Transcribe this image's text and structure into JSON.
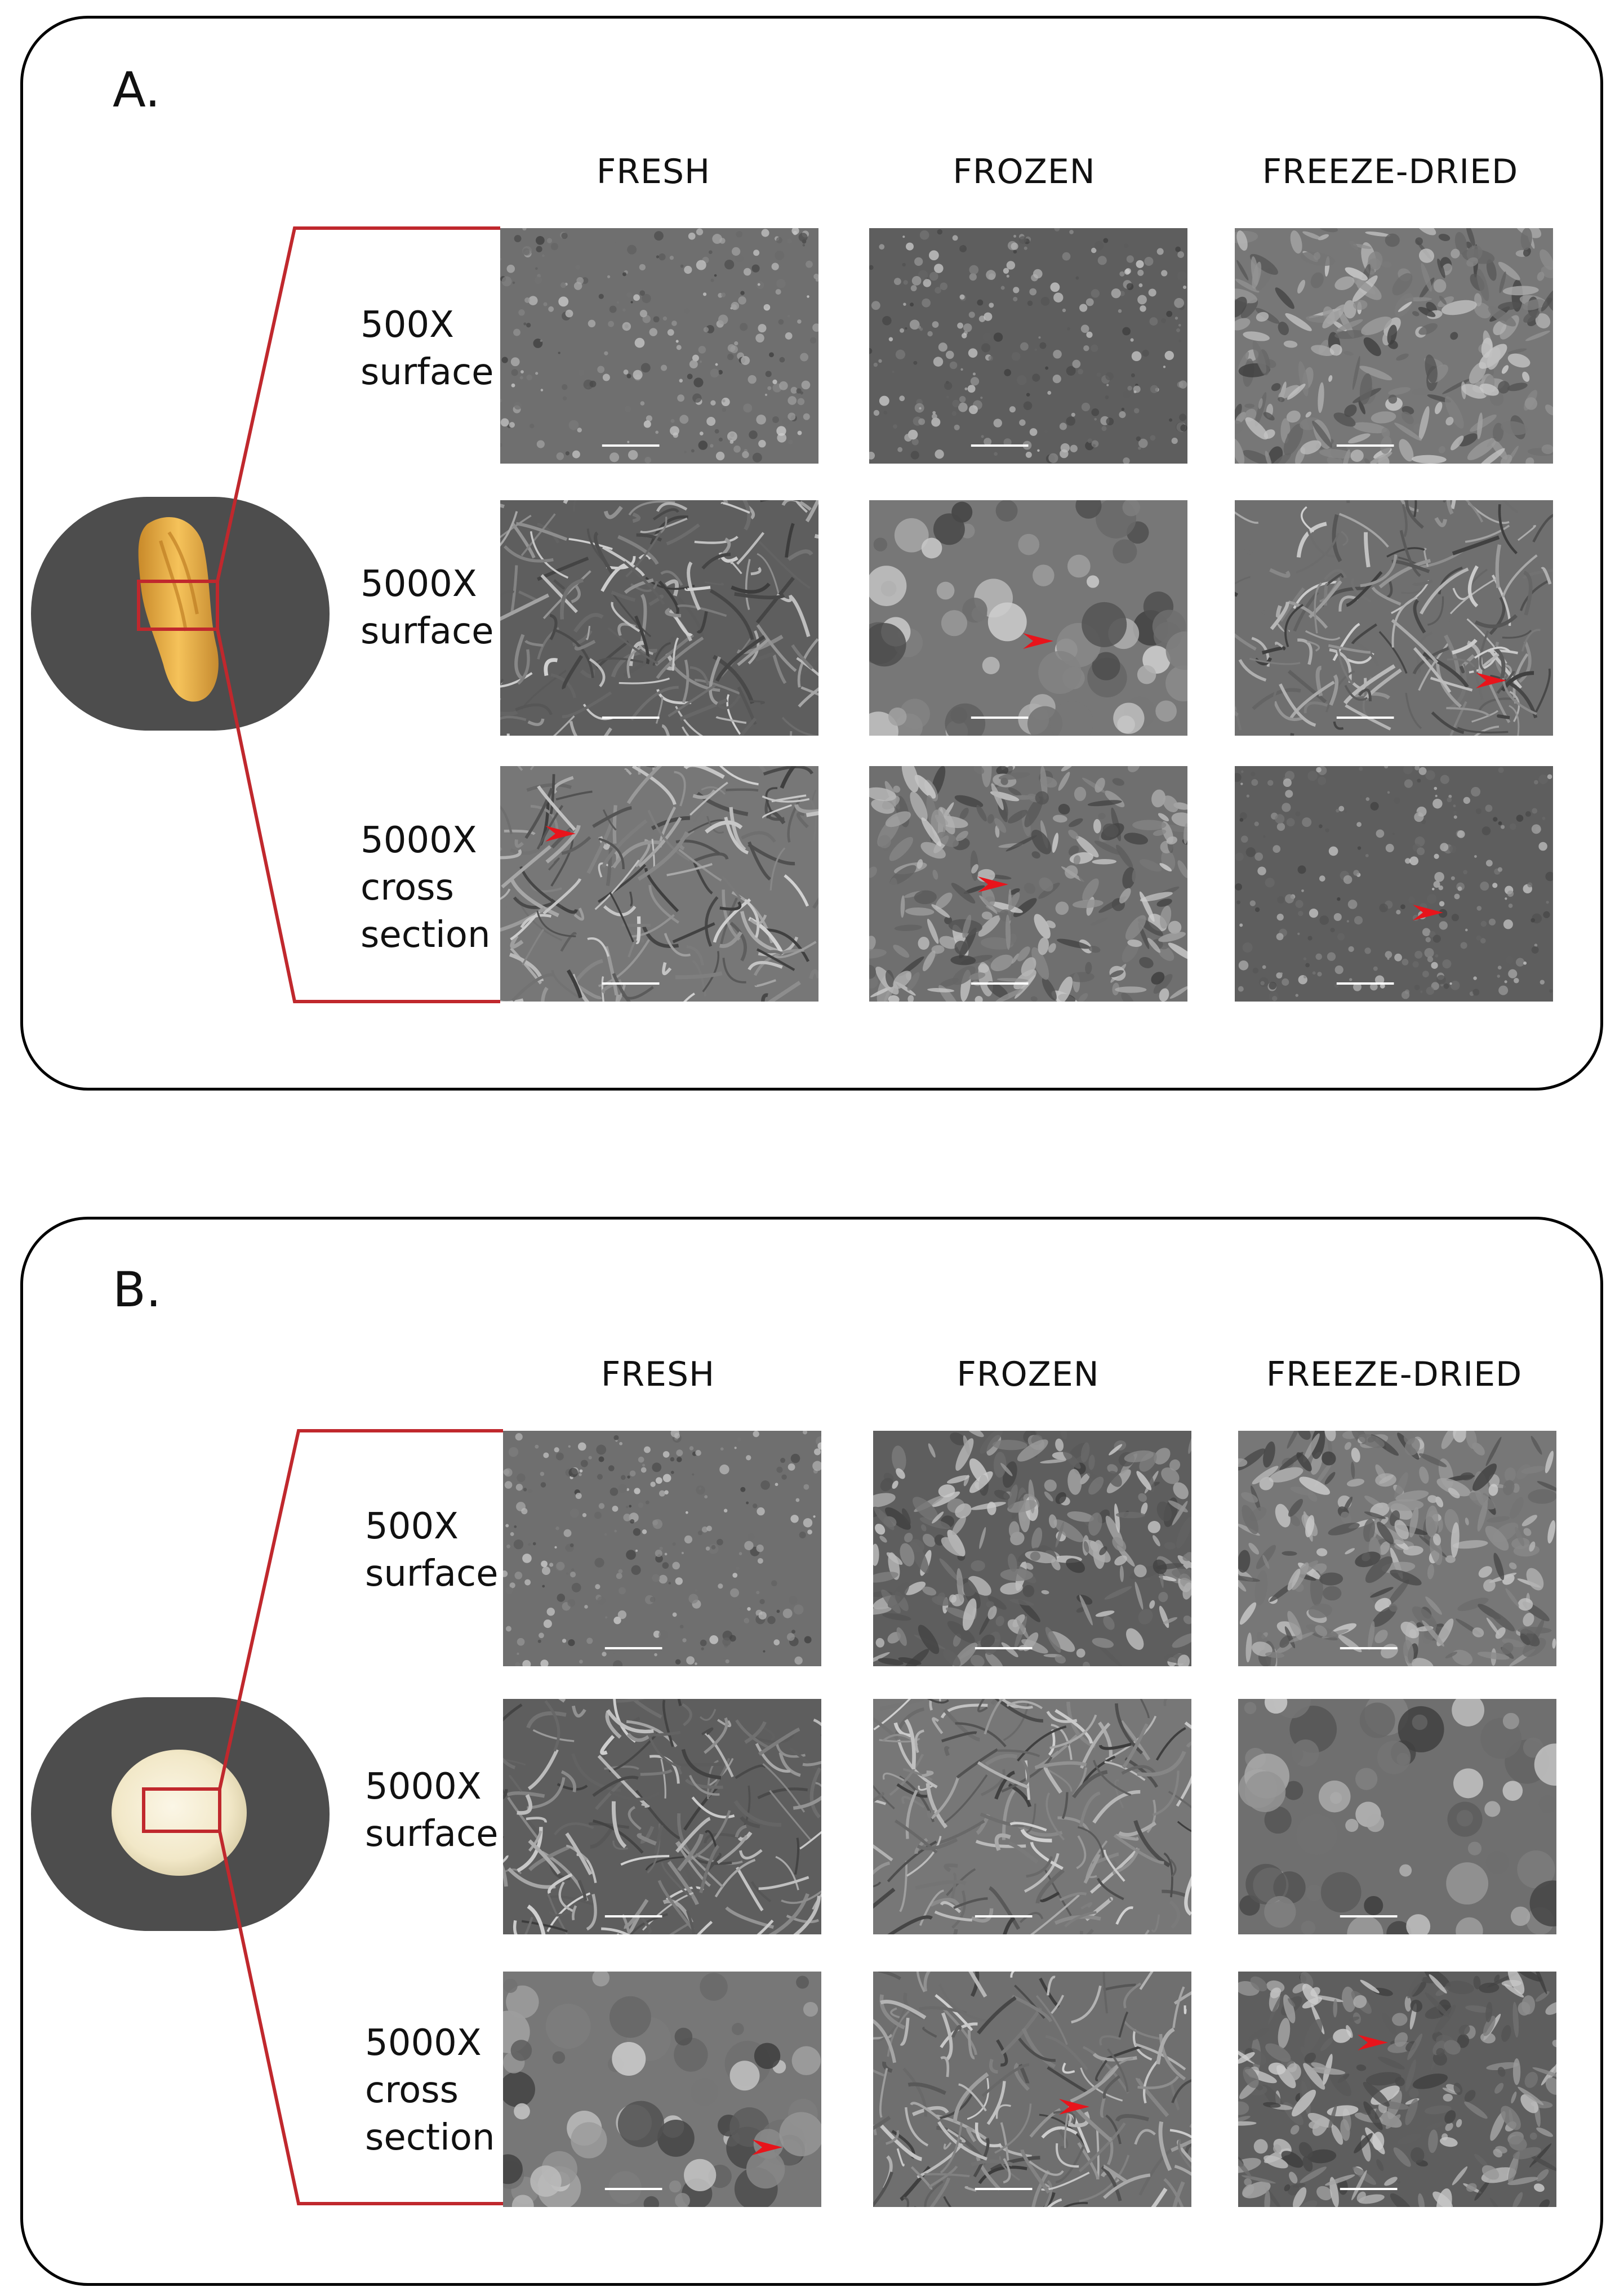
{
  "panels": [
    {
      "label": "A.",
      "columns": [
        "FRESH",
        "FROZEN",
        "FREEZE-DRIED"
      ],
      "rows": [
        {
          "line1": "500X",
          "line2": "surface",
          "line3": ""
        },
        {
          "line1": "5000X",
          "line2": "surface",
          "line3": ""
        },
        {
          "line1": "5000X",
          "line2": "cross",
          "line3": "section"
        }
      ]
    },
    {
      "label": "B.",
      "columns": [
        "FRESH",
        "FROZEN",
        "FREEZE-DRIED"
      ],
      "rows": [
        {
          "line1": "500X",
          "line2": "surface",
          "line3": ""
        },
        {
          "line1": "5000X",
          "line2": "surface",
          "line3": ""
        },
        {
          "line1": "5000X",
          "line2": "cross",
          "line3": "section"
        }
      ]
    }
  ],
  "colors": {
    "outline": "#000000",
    "callout": "#c0282d",
    "sample_background": "#4d4d4d",
    "arrow": "#e8141b"
  }
}
